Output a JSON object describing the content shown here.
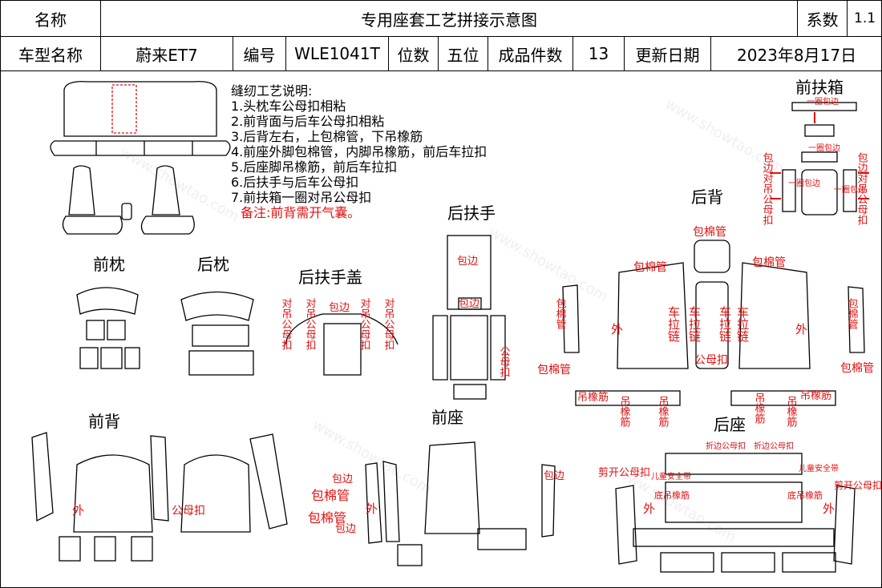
{
  "header": {
    "name_label": "名称",
    "doc_title": "专用座套工艺拼接示意图",
    "series_label": "系数",
    "series_value": "1.1",
    "model_label": "车型名称",
    "model_value": "蔚来ET7",
    "code_label": "编号",
    "code_value": "WLE1041T",
    "seats_label": "位数",
    "seats_value": "五位",
    "pieces_label": "成品件数",
    "pieces_value": "13",
    "date_label": "更新日期",
    "date_value": "2023年8月17日"
  },
  "notes": {
    "title": "缝纫工艺说明:",
    "items": [
      "1.头枕车公母扣相粘",
      "2.前背面与后车公母扣相粘",
      "3.后背左右，上包棉管，下吊橡筋",
      "4.前座外脚包棉管，内脚吊橡筋，前后车拉扣",
      "5.后座脚吊橡筋，前后车拉扣",
      "6.后扶手与后车公母扣",
      "7.前扶箱一圈对吊公母扣"
    ],
    "remark": "备注:前背需开气囊。"
  },
  "sections": {
    "front_headrest": "前枕",
    "rear_headrest": "后枕",
    "armrest_lid": "后扶手盖",
    "rear_armrest": "后扶手",
    "rear_back": "后背",
    "front_box": "前扶箱",
    "front_back": "前背",
    "front_seat": "前座",
    "rear_seat": "后座"
  },
  "annotations": {
    "bao_bian": "包边",
    "dui_diao": "对吊公母扣",
    "gong_mu_kou": "公母扣",
    "bao_mian_guan": "包棉管",
    "wai": "外",
    "che_la_lian": "车拉链",
    "diao_xiang_jin": "吊橡筋",
    "yi_quan_bao_bian": "一圈包边",
    "bao_bian_dui_diao": "包边对吊公母扣",
    "jian_kai": "剪开公母扣",
    "zhe_bian": "折边公母扣",
    "child_seat": "儿童安全带",
    "di_diao": "底吊橡筋"
  },
  "colors": {
    "annotation": "#e01010",
    "line": "#000000"
  }
}
